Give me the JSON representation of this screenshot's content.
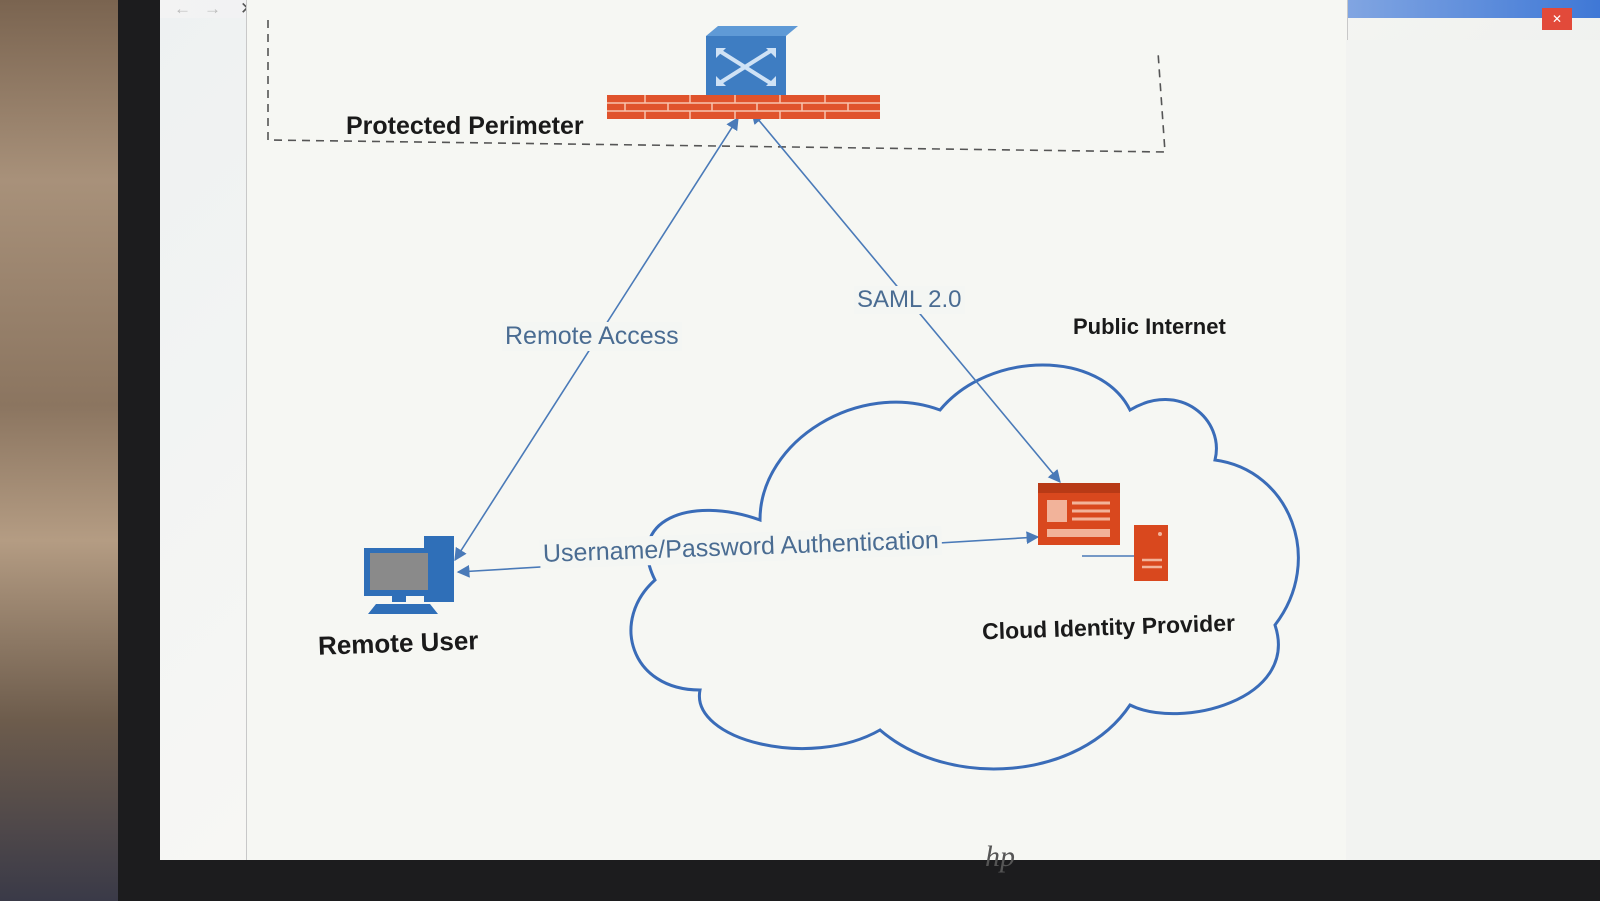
{
  "diagram": {
    "protected_perimeter": "Protected Perimeter",
    "public_internet": "Public Internet",
    "remote_user": "Remote User",
    "cloud_identity_provider": "Cloud Identity Provider",
    "edge_remote_access": "Remote Access",
    "edge_saml": "SAML 2.0",
    "edge_username_password": "Username/Password Authentication"
  },
  "monitor": {
    "brand_logo": "hp"
  },
  "colors": {
    "arrow": "#4a7ab8",
    "cloud_outline": "#3a6cb8",
    "firewall": "#e0532c",
    "provider_orange": "#d9481e",
    "router_blue": "#3e7dc2",
    "label_edge": "#4a6c92"
  },
  "icons": [
    "close-icon",
    "back-arrow-icon",
    "forward-arrow-icon",
    "refresh-icon",
    "info-icon",
    "page-icon",
    "router-icon",
    "firewall-icon",
    "desktop-computer-icon",
    "identity-provider-icon",
    "server-icon"
  ]
}
